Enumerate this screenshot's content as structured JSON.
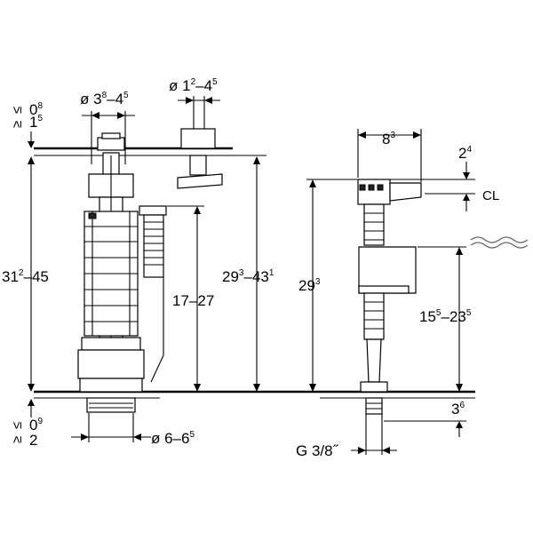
{
  "left": {
    "top_gap_ge": "≥",
    "top_gap_le": "≤",
    "top_gap_min": "0",
    "top_gap_min_sup": "8",
    "top_gap_max": "1",
    "top_gap_max_sup": "5",
    "bottom_gap_ge": "≥",
    "bottom_gap_le": "≤",
    "bottom_gap_min": "0",
    "bottom_gap_min_sup": "9",
    "bottom_gap_max": "2",
    "total_height_main": "31",
    "total_height_sup": "2",
    "total_height_rest": "–45",
    "diam_top_prefix": "ø 3",
    "diam_top_sup1": "8",
    "diam_top_mid": "–4",
    "diam_top_sup2": "5",
    "diam_small_prefix": "ø 1",
    "diam_small_sup1": "2",
    "diam_small_mid": "–4",
    "diam_small_sup2": "5",
    "height_overflow": "17–27",
    "height_range_main": "29",
    "height_range_sup1": "3",
    "height_range_mid": "–43",
    "height_range_sup2": "1",
    "diam_bottom_prefix": "ø 6–6",
    "diam_bottom_sup": "5"
  },
  "right": {
    "width_main": "8",
    "width_sup": "3",
    "head_main": "2",
    "head_sup": "4",
    "cl_label": "CL",
    "height_main": "29",
    "height_sup": "3",
    "float_main": "15",
    "float_sup1": "5",
    "float_mid": "–23",
    "float_sup2": "5",
    "base_main": "3",
    "base_sup": "6",
    "thread_label": "G 3/8˝"
  }
}
